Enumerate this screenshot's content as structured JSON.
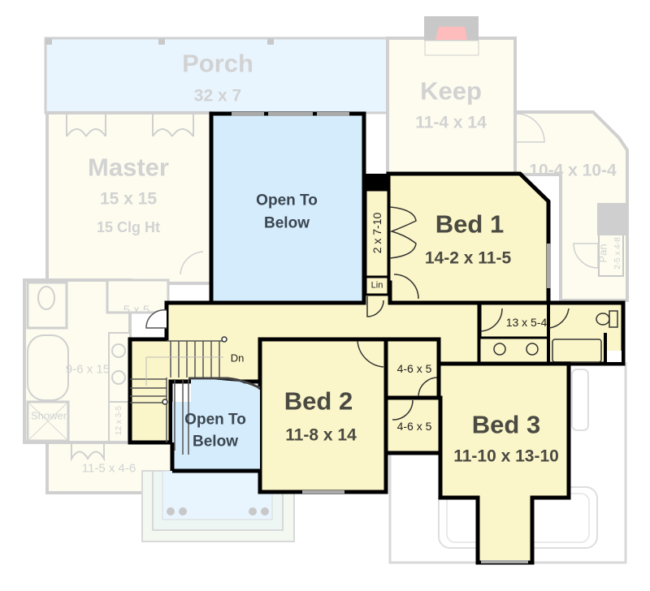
{
  "plan": {
    "type": "second floor plan",
    "colors": {
      "upper_floor_fill": "#fbf6c9",
      "open_to_below_fill": "#d4ecfc",
      "ghost_floor_fill": "#fdfcef",
      "porch_fill": "#e8f5fe",
      "ghost_wall": "#d0d0d0",
      "wall": "#000000",
      "fireplace_hearth": "#ffbcbc"
    }
  },
  "ghost_rooms": {
    "porch": {
      "name": "Porch",
      "dims": "32 x 7"
    },
    "keep": {
      "name": "Keep",
      "dims": "11-4 x 14"
    },
    "nook": {
      "dims": "10-4 x 10-4"
    },
    "master": {
      "name": "Master",
      "dims": "15 x 15",
      "ceiling": "15 Clg Ht"
    },
    "master_closet": {
      "dims": "5 x 5"
    },
    "master_bath": {
      "dims": "9-6 x 15"
    },
    "shower": {
      "name": "Shower"
    },
    "linen_small": {
      "dims": "12 x 3-5"
    },
    "vestibule": {
      "dims": "11-5 x 4-6"
    },
    "pantry": {
      "name": "Pan",
      "dims": "2-5 x 4-8"
    }
  },
  "rooms": {
    "open_to_below_top": {
      "line1": "Open To",
      "line2": "Below"
    },
    "open_to_below_stair": {
      "line1": "Open To",
      "line2": "Below"
    },
    "bed1": {
      "name": "Bed 1",
      "dims": "14-2 x 11-5"
    },
    "bed1_closet": {
      "dims": "2 x 7-10"
    },
    "linen": {
      "name": "Lin"
    },
    "bath": {
      "dims": "13 x 5-4"
    },
    "bed2": {
      "name": "Bed 2",
      "dims": "11-8 x 14"
    },
    "closet_a": {
      "dims": "4-6 x 5"
    },
    "closet_b": {
      "dims": "4-6 x 5"
    },
    "bed3": {
      "name": "Bed 3",
      "dims": "11-10 x 13-10"
    },
    "stair": {
      "label": "Dn"
    }
  }
}
